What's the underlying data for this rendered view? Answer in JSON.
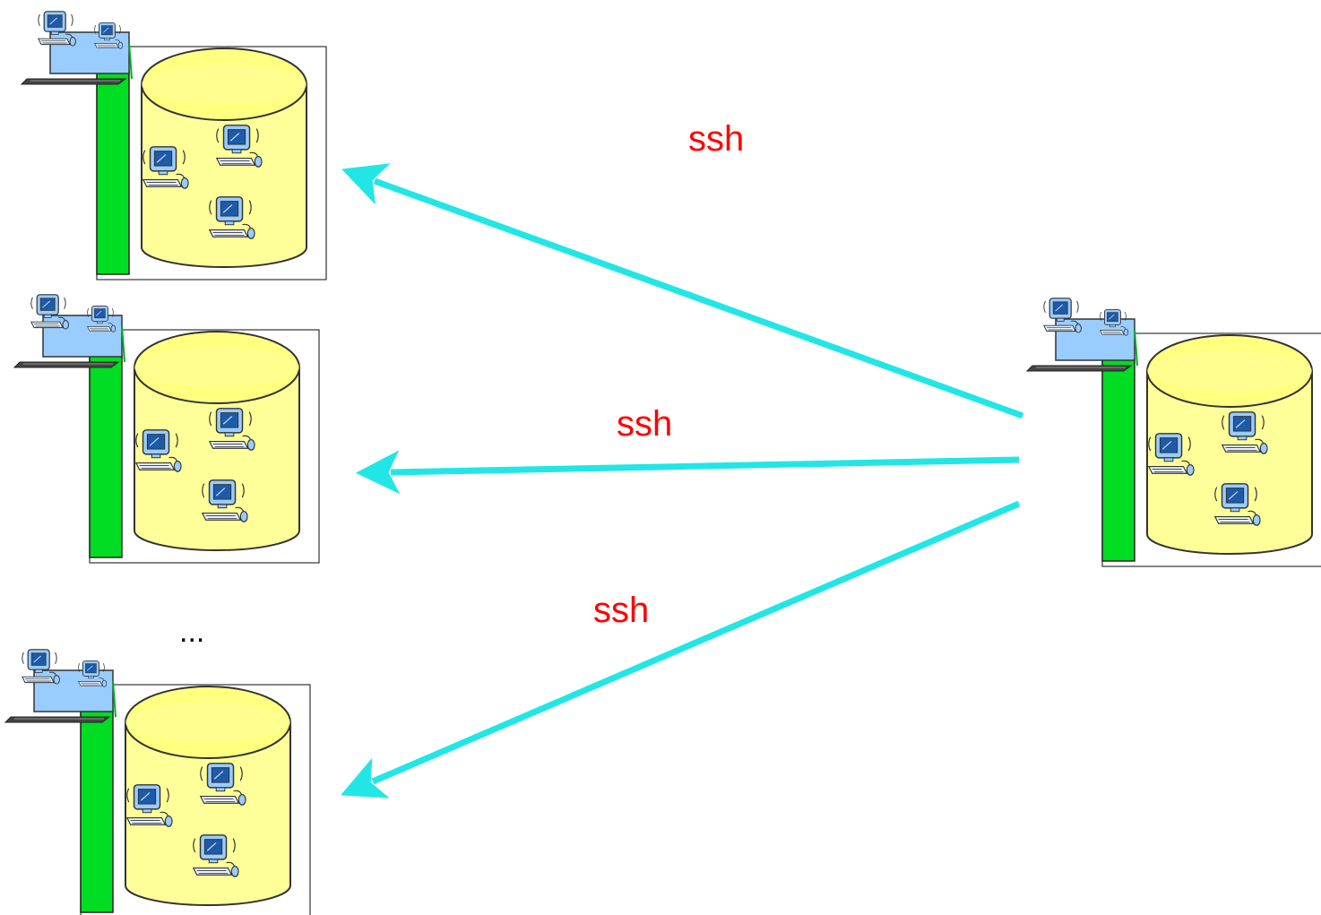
{
  "diagram": {
    "connections": [
      {
        "label": "ssh"
      },
      {
        "label": "ssh"
      },
      {
        "label": "ssh"
      }
    ],
    "continuation": "..."
  },
  "colors": {
    "arrow": "#22e6e6",
    "label": "#ff0000",
    "drum": "#ffff99",
    "drum_top": "#ffff80",
    "rack": "#00dd22",
    "monitor": "#99ccff"
  }
}
